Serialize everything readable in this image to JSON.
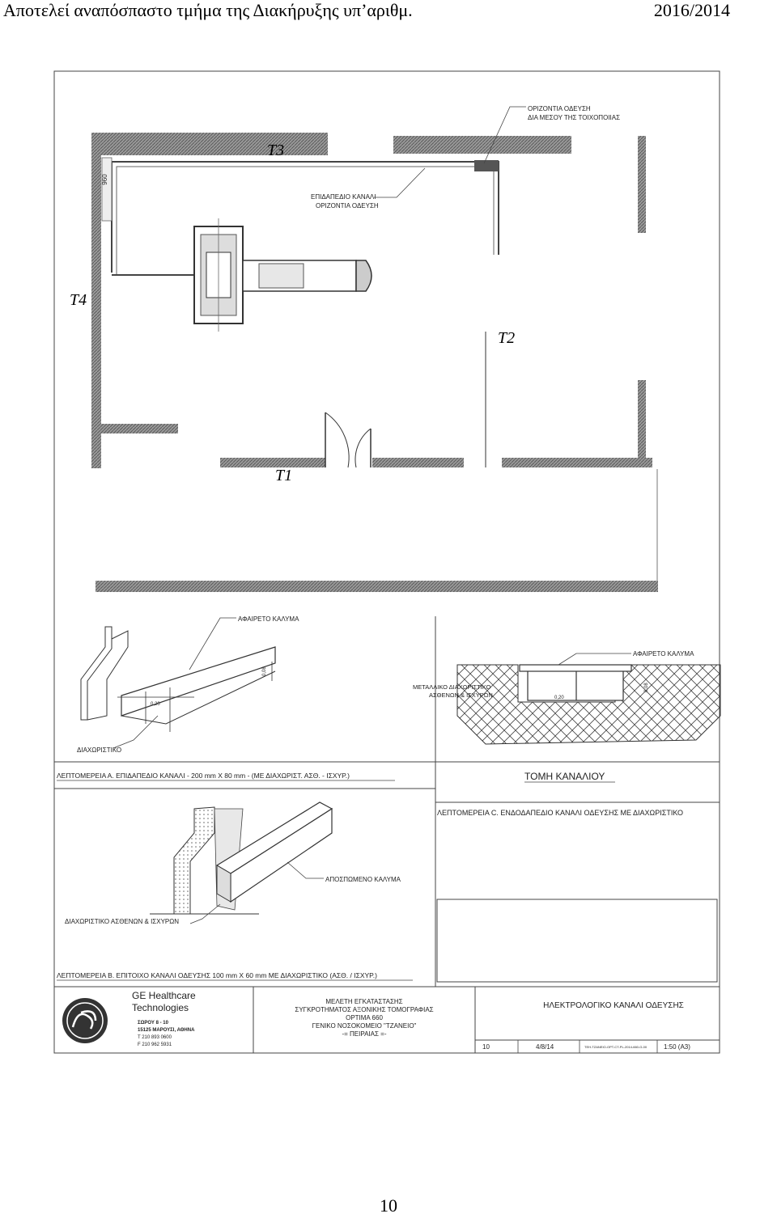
{
  "header": {
    "left": "Αποτελεί αναπόσπαστο τμήμα της Διακήρυξης υπ’αριθμ.",
    "right": "2016/2014"
  },
  "plan": {
    "walls": [
      "T3",
      "T4",
      "T2",
      "T1"
    ],
    "note_top_line1": "ΟΡΙΖΟΝΤΙΑ ΟΔΕΥΣΗ",
    "note_top_line2": "ΔΙΑ ΜΕΣΟΥ ΤΗΣ ΤΟΙΧΟΠΟΙΙΑΣ",
    "note_channel_line1": "ΕΠΙΔΑΠΕΔΙΟ ΚΑΝΑΛΙ",
    "note_channel_line2": "ΟΡΙΖΟΝΤΙΑ ΟΔΕΥΣΗ",
    "dim_side": "960"
  },
  "detail_a": {
    "cover_label": "ΑΦΑΙΡΕΤΟ ΚΑΛΥΜΑ",
    "separator_label": "ΔΙΑΧΩΡΙΣΤΙΚΟ",
    "dim1": "0,08",
    "dim2": "0,20",
    "caption": "ΛΕΠΤΟΜΕΡΕΙΑ Α. ΕΠΙΔΑΠΕΔΙΟ ΚΑΝΑΛΙ - 200 mm X 80 mm - (ΜΕ ΔΙΑΧΩΡΙΣΤ. ΑΣΘ. - ΙΣΧΥΡ.)"
  },
  "section": {
    "cover_label": "ΑΦΑΙΡΕΤΟ ΚΑΛΥΜΑ",
    "divider_line1": "ΜΕΤΑΛΛΙΚΟ ΔΙΑΧΩΡΙΣΤΙΚΟ",
    "divider_line2": "ΑΣΘΕΝΩΝ & ΙΣΧΥΡΩΝ",
    "dim_w": "0,20",
    "dim_h": "0,08",
    "title": "ΤΟΜΗ ΚΑΝΑΛΙΟΥ"
  },
  "detail_c": {
    "caption": "ΛΕΠΤΟΜΕΡΕΙΑ C. ΕΝΔΟΔΑΠΕΔΙΟ ΚΑΝΑΛΙ ΟΔΕΥΣΗΣ ΜΕ ΔΙΑΧΩΡΙΣΤΙΚΟ"
  },
  "detail_b": {
    "cover_label": "ΑΠΟΣΠΩΜΕΝΟ ΚΑΛΥΜΑ",
    "separator_label": "ΔΙΑΧΩΡΙΣΤΙΚΟ ΑΣΘΕΝΩΝ & ΙΣΧΥΡΩΝ",
    "caption": "ΛΕΠΤΟΜΕΡΕΙΑ Β. ΕΠΙΤΟΙΧΟ ΚΑΝΑΛΙ ΟΔΕΥΣΗΣ 100 mm X 60 mm ΜΕ ΔΙΑΧΩΡΙΣΤΙΚΟ (ΑΣΘ. / ΙΣΧΥΡ.)"
  },
  "titleblock": {
    "company_line1": "GE Healthcare",
    "company_line2": "Technologies",
    "addr1": "ΣΩΡΟΥ 8 - 10",
    "addr2": "15125 ΜΑΡΟΥΣΙ, ΑΘΗΝΑ",
    "tel": "T 210 893 0600",
    "fax": "F 210 962 5931",
    "project1": "ΜΕΛΕΤΗ ΕΓΚΑΤΑΣΤΑΣΗΣ",
    "project2": "ΣΥΓΚΡΟΤΗΜΑΤΟΣ ΑΞΟΝΙΚΗΣ ΤΟΜΟΓΡΑΦΙΑΣ",
    "project3": "OPTIMA 660",
    "project4": "ΓΕΝΙΚΟ ΝΟΣΟΚΟΜΕΙΟ \"ΤΖΑΝΕΙΟ\"",
    "project5": "-= ΠΕΙΡΑΙΑΣ =-",
    "drawing_title": "ΗΛΕΚΤΡΟΛΟΓΙΚΟ ΚΑΝΑΛΙ ΟΔΕΥΣΗΣ",
    "sheet_no": "10",
    "date": "4/8/14",
    "code": "TEH-TZANEIO-OPT-CT-PL-2014-660-G-00",
    "scale": "1:50 (A3)"
  },
  "footer": {
    "page_number": "10"
  }
}
